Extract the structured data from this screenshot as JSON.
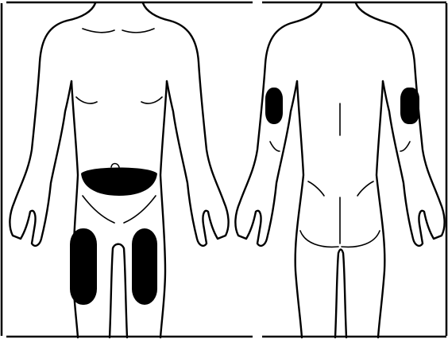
{
  "figure": {
    "views": [
      "front",
      "back"
    ],
    "highlighted_sites": {
      "front": [
        "abdomen",
        "left-thigh",
        "right-thigh"
      ],
      "back": [
        "left-upper-arm",
        "right-upper-arm"
      ]
    }
  },
  "colors": {
    "background": "#ffffff",
    "outline": "#000000",
    "injection_site": "#000000"
  }
}
